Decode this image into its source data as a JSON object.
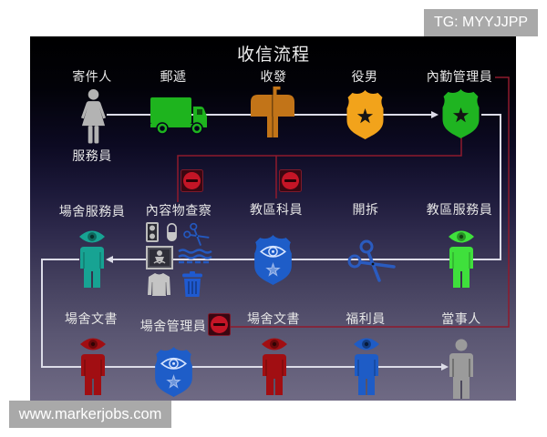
{
  "watermarks": {
    "top_right": "TG: MYYJJPP",
    "bottom_left": "www.markerjobs.com"
  },
  "diagram": {
    "title": "收信流程",
    "rows": [
      {
        "nodes": [
          {
            "label": "寄件人",
            "sublabel": "服務員",
            "icon": "female-person-icon",
            "color": "#b3b3b3"
          },
          {
            "label": "郵遞",
            "icon": "truck-icon",
            "color": "#1eb41e"
          },
          {
            "label": "收發",
            "icon": "mailbox-icon",
            "color": "#c27418"
          },
          {
            "label": "役男",
            "icon": "badge-star-icon",
            "color": "#f2a31b"
          },
          {
            "label": "內勤管理員",
            "icon": "badge-star-icon",
            "color": "#1fb421"
          }
        ]
      },
      {
        "nodes": [
          {
            "label": "場舍服務員",
            "icon": "eye-person-icon",
            "color": "#17a393"
          },
          {
            "label": "內容物查察",
            "icon": "inspection-items",
            "items": [
              {
                "icon": "cassette-icon",
                "color": "#bcbcbc"
              },
              {
                "icon": "pill-icon",
                "color": "#c8c8c8"
              },
              {
                "icon": "scissors-icon",
                "color": "#2459c0"
              },
              {
                "icon": "xray-frame-icon",
                "color": "#bdbdbd"
              },
              {
                "icon": "waves-icon",
                "color": "#2459c0"
              },
              {
                "icon": "sweater-icon",
                "color": "#c4c4c4"
              },
              {
                "icon": "trash-can-icon",
                "color": "#1f5ad0"
              }
            ]
          },
          {
            "label": "教區科員",
            "icon": "eye-badge-icon",
            "color": "#1e5dc8"
          },
          {
            "label": "開拆",
            "icon": "scissors-icon",
            "color": "#2a5bbf"
          },
          {
            "label": "教區服務員",
            "icon": "eye-person-icon",
            "color": "#3fe03c"
          }
        ]
      },
      {
        "nodes": [
          {
            "label": "場舍文書",
            "icon": "eye-person-icon",
            "color": "#a10e12"
          },
          {
            "label": "場舍管理員",
            "icon": "eye-badge-icon",
            "color": "#1e5dc8"
          },
          {
            "label": "場舍文書",
            "icon": "eye-person-icon",
            "color": "#a10e12"
          },
          {
            "label": "福利員",
            "icon": "eye-person-icon",
            "color": "#1e5cc6"
          },
          {
            "label": "當事人",
            "icon": "male-person-icon",
            "color": "#9b9b9b"
          }
        ]
      }
    ],
    "blocked_markers": [
      {
        "icon": "no-entry-icon",
        "attached_to": "內容物查察",
        "color": "#c41526"
      },
      {
        "icon": "no-entry-icon",
        "attached_to": "教區科員",
        "color": "#c41526"
      },
      {
        "icon": "no-entry-icon",
        "attached_to": "場舍管理員",
        "color": "#c41526"
      }
    ],
    "flow_links": {
      "color": "#dcdce8",
      "sequence": [
        "寄件人",
        "郵遞",
        "收發",
        "役男",
        "內勤管理員",
        "教區服務員",
        "開拆",
        "教區科員",
        "內容物查察",
        "場舍服務員",
        "場舍文書",
        "場舍管理員",
        "場舍文書",
        "福利員",
        "當事人"
      ]
    },
    "oversight_links": {
      "color": "#8e1a2d",
      "from": "內勤管理員",
      "to": [
        "內容物查察",
        "教區科員",
        "場舍管理員"
      ]
    }
  }
}
